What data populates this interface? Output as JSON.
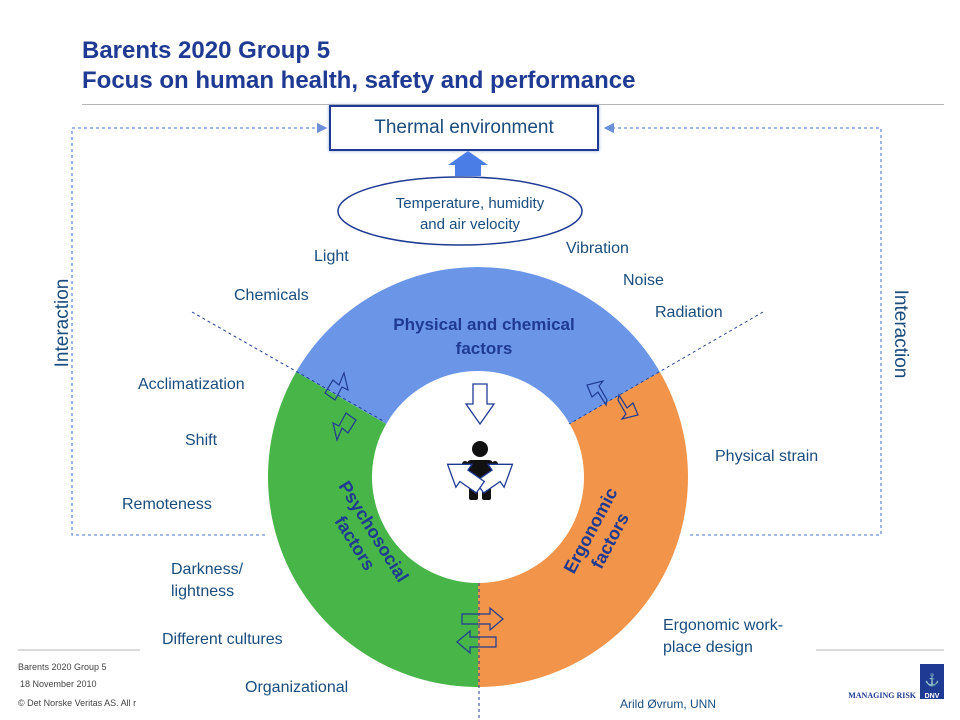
{
  "header": {
    "title_line1": "Barents 2020 Group 5",
    "title_line2": "Focus on human health, safety and performance"
  },
  "top_box": {
    "label": "Thermal environment"
  },
  "ellipse": {
    "line1": "Temperature, humidity",
    "line2": "and air velocity"
  },
  "side_labels": {
    "left": "Interaction",
    "right": "Interaction"
  },
  "ring": {
    "physical": {
      "line1": "Physical and chemical",
      "line2": "factors",
      "color": "#6b96e8"
    },
    "psychosocial": {
      "line1": "Psychosocial",
      "line2": "factors",
      "color": "#47b548"
    },
    "ergonomic": {
      "line1": "Ergonomic",
      "line2": "factors",
      "color": "#f29449"
    },
    "text_color": "#1f3a93",
    "center_icon": "person-icon"
  },
  "factors": {
    "light": "Light",
    "chemicals": "Chemicals",
    "vibration": "Vibration",
    "noise": "Noise",
    "radiation": "Radiation",
    "acclimatization": "Acclimatization",
    "shift": "Shift",
    "remoteness": "Remoteness",
    "darkness_1": "Darkness/",
    "darkness_2": "lightness",
    "cultures": "Different cultures",
    "organizational": "Organizational",
    "physical_strain": "Physical strain",
    "ergonomic_design_1": "Ergonomic work-",
    "ergonomic_design_2": "place design"
  },
  "footer": {
    "line1": "Barents 2020 Group 5",
    "line2": "18 November 2010",
    "line3": "© Det Norske Veritas AS. All r",
    "author": "Arild Øvrum, UNN",
    "brand_text": "MANAGING RISK",
    "brand_logo": "DNV",
    "brand_color": "#1f3a93"
  }
}
